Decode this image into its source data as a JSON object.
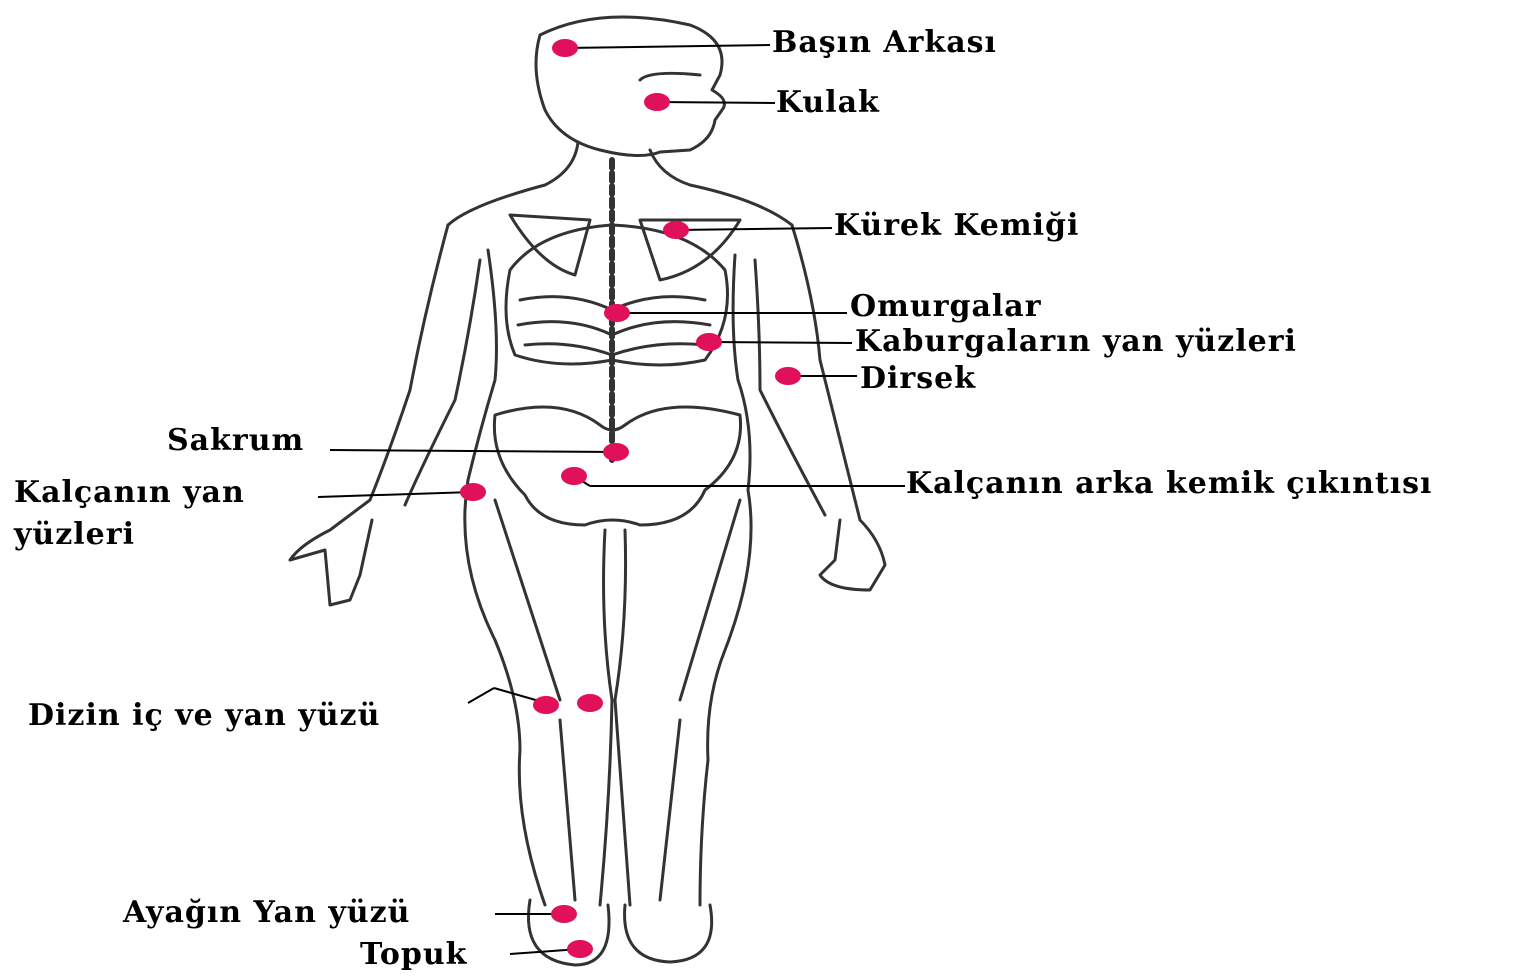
{
  "diagram": {
    "marker_color": "#e0105a",
    "line_color": "#000000",
    "labels": {
      "head_back": "Başın Arkası",
      "ear": "Kulak",
      "shoulder_blade": "Kürek Kemiği",
      "vertebrae": "Omurgalar",
      "ribs_side": "Kaburgaların yan yüzleri",
      "elbow": "Dirsek",
      "sacrum": "Sakrum",
      "hip_side_line1": "Kalçanın yan",
      "hip_side_line2": "yüzleri",
      "hip_posterior": "Kalçanın arka kemik çıkıntısı",
      "knee": "Dizin iç ve yan yüzü",
      "foot_side": "Ayağın Yan yüzü",
      "heel": "Topuk"
    }
  }
}
